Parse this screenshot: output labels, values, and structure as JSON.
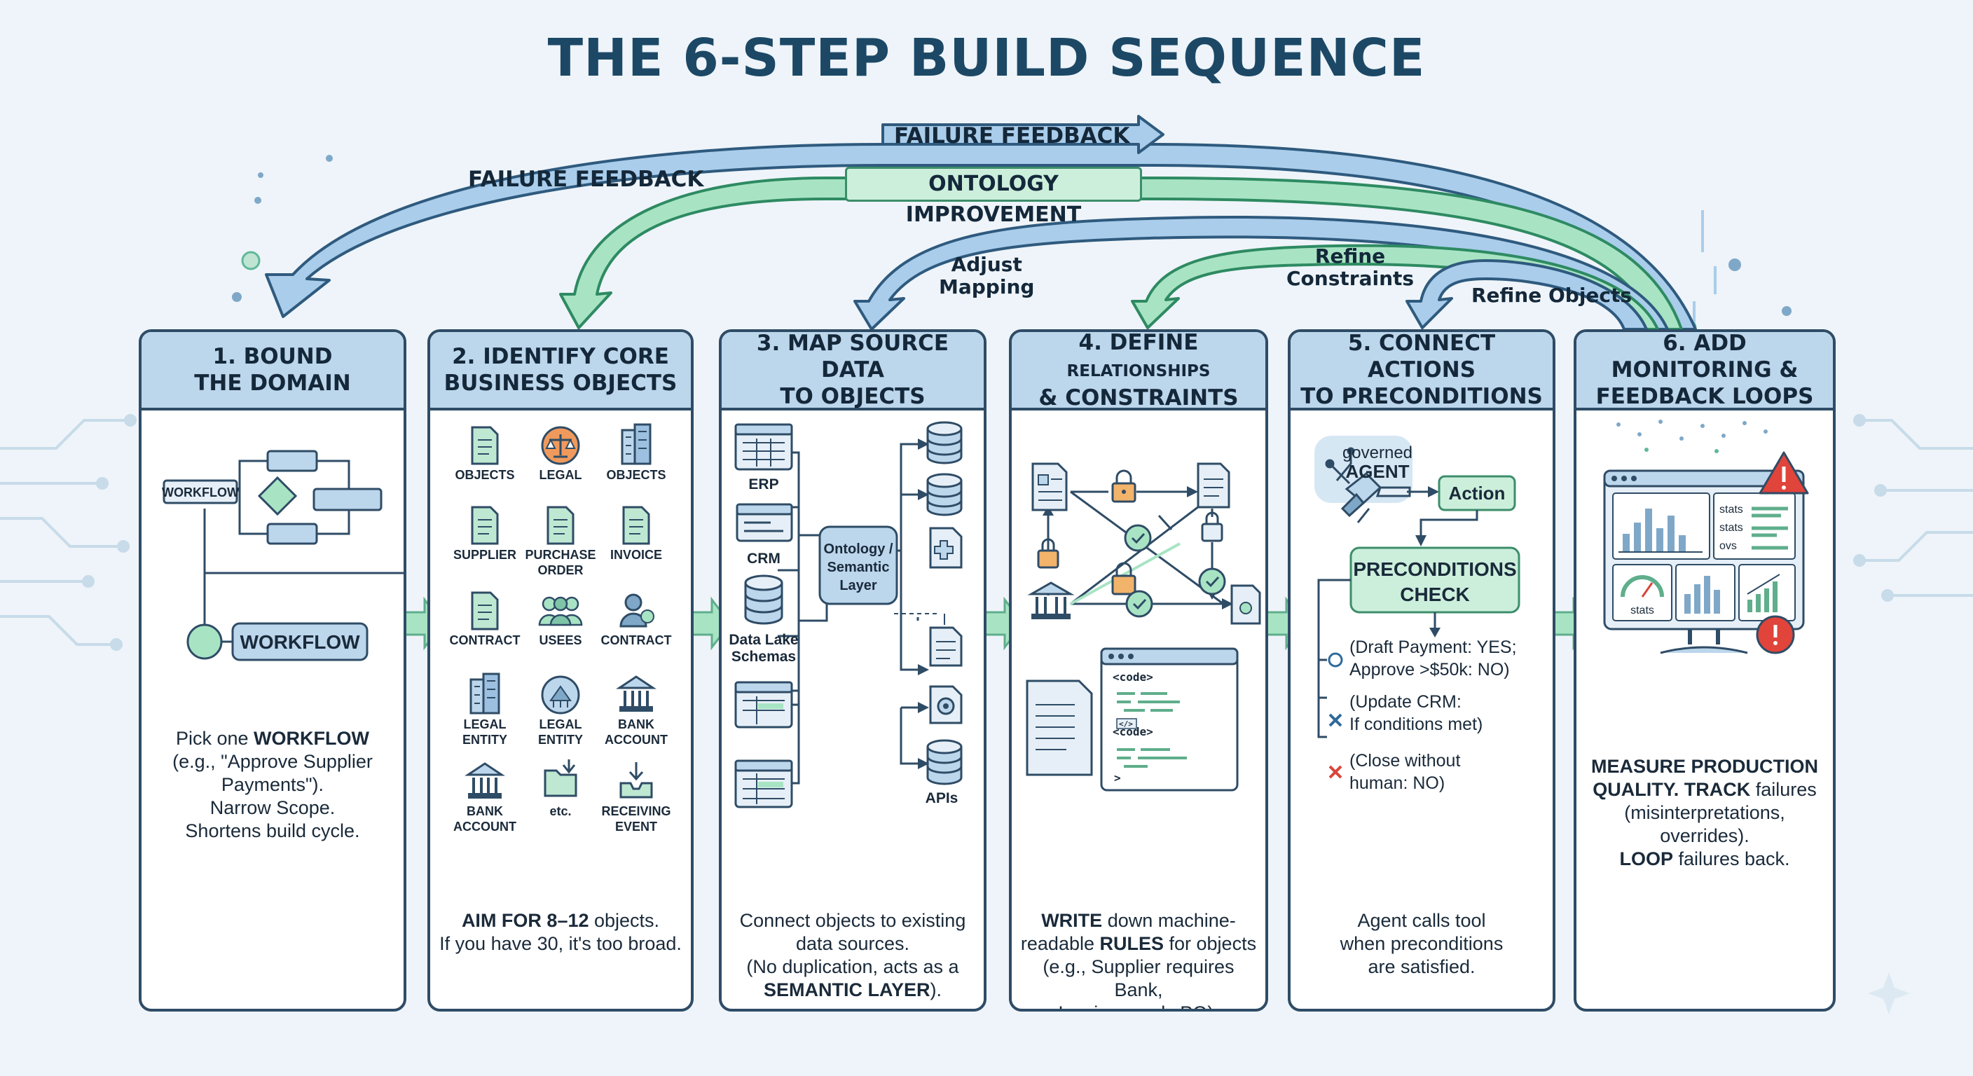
{
  "title": "THE 6-STEP BUILD SEQUENCE",
  "feedback": {
    "failure_top": "FAILURE FEEDBACK",
    "failure_left": "FAILURE FEEDBACK",
    "ontology": "ONTOLOGY IMPROVEMENT",
    "adjust_mapping": [
      "Adjust",
      "Mapping"
    ],
    "refine_constraints": [
      "Refine",
      "Constraints"
    ],
    "refine_objects": "Refine Objects"
  },
  "colors": {
    "feedback_blue": "#a9cdeb",
    "feedback_green": "#a8e4c4",
    "header": "#bcd6ec",
    "accent_green": "#3c8e6a"
  },
  "steps": [
    {
      "title_lines": [
        "1. BOUND",
        "THE DOMAIN"
      ],
      "art": {
        "workflow_small": "WORKFLOW",
        "workflow_main": "WORKFLOW"
      },
      "desc": {
        "l1_pre": "Pick one ",
        "l1_bold": "WORKFLOW",
        "l2": "(e.g., \"Approve Supplier",
        "l3": "Payments\").",
        "l4": "Narrow Scope.",
        "l5": "Shortens build cycle."
      }
    },
    {
      "title_lines": [
        "2. IDENTIFY CORE",
        "BUSINESS OBJECTS"
      ],
      "objects": [
        {
          "icon": "document-icon",
          "label": [
            "OBJECTS"
          ]
        },
        {
          "icon": "scales-icon",
          "label": [
            "LEGAL"
          ]
        },
        {
          "icon": "building-icon",
          "label": [
            "OBJECTS"
          ]
        },
        {
          "icon": "document-icon",
          "label": [
            "SUPPLIER"
          ]
        },
        {
          "icon": "document-icon",
          "label": [
            "PURCHASE",
            "ORDER"
          ]
        },
        {
          "icon": "document-icon",
          "label": [
            "INVOICE"
          ]
        },
        {
          "icon": "document-icon",
          "label": [
            "CONTRACT"
          ]
        },
        {
          "icon": "people-icon",
          "label": [
            "USEES"
          ]
        },
        {
          "icon": "person-icon",
          "label": [
            "CONTRACT"
          ]
        },
        {
          "icon": "building-icon",
          "label": [
            "LEGAL",
            "ENTITY"
          ]
        },
        {
          "icon": "globe-icon",
          "label": [
            "LEGAL",
            "ENTITY"
          ]
        },
        {
          "icon": "bank-icon",
          "label": [
            "BANK",
            "ACCOUNT"
          ]
        },
        {
          "icon": "bank-icon",
          "label": [
            "BANK",
            "ACCOUNT"
          ]
        },
        {
          "icon": "folder-icon",
          "label": [
            "etc."
          ]
        },
        {
          "icon": "inbox-icon",
          "label": [
            "RECEIVING",
            "EVENT"
          ]
        }
      ],
      "desc": {
        "l1_bold": "AIM FOR 8–12",
        "l1_rest": " objects.",
        "l2": "If you have 30, it's too broad."
      }
    },
    {
      "title_lines": [
        "3. MAP SOURCE DATA",
        "TO OBJECTS"
      ],
      "art": {
        "erp": "ERP",
        "crm": "CRM",
        "lake": [
          "Data Lake",
          "Schemas"
        ],
        "layer": [
          "Ontology /",
          "Semantic",
          "Layer"
        ],
        "apis": "APIs"
      },
      "desc": {
        "l1": "Connect objects to existing",
        "l2": "data sources.",
        "l3": "(No duplication, acts as a",
        "l4_bold": "SEMANTIC LAYER",
        "l4_rest": ")."
      }
    },
    {
      "title_lines": [
        "4. DEFINE ",
        "& CONSTRAINTS"
      ],
      "title_small": "RELATIONSHIPS",
      "art": {
        "code1": "<code>",
        "code2": "<code>",
        "caret": ">",
        "tag": "</>"
      },
      "desc": {
        "l1_bold": "WRITE",
        "l1_rest": " down machine-",
        "l2_pre": "readable ",
        "l2_bold": "RULES",
        "l2_rest": " for objects",
        "l3": "(e.g., Supplier requires Bank,",
        "l4": "Invoice needs PO)."
      }
    },
    {
      "title_lines": [
        "5. CONNECT ACTIONS",
        "TO PRECONDITIONS"
      ],
      "art": {
        "governed": "governed",
        "agent": "AGENT",
        "action": "Action",
        "check": [
          "PRECONDITIONS",
          "CHECK"
        ],
        "conds": [
          {
            "mark": "circle",
            "lines": [
              "(Draft Payment: YES;",
              "Approve >$50k: NO)"
            ]
          },
          {
            "mark": "cross-blue",
            "lines": [
              "(Update CRM:",
              "If conditions met)"
            ]
          },
          {
            "mark": "cross-red",
            "lines": [
              "(Close without",
              "human: NO)"
            ]
          }
        ]
      },
      "desc": {
        "l1": "Agent calls tool",
        "l2": "when preconditions",
        "l3": "are satisfied."
      }
    },
    {
      "title_lines": [
        "6. ADD MONITORING &",
        "FEEDBACK LOOPS"
      ],
      "art": {
        "stats1": "stats",
        "stats2": "stats",
        "ovs": "ovs",
        "stats3": "stats"
      },
      "desc": {
        "l1": "MEASURE PRODUCTION",
        "l2_bold": "QUALITY. TRACK",
        "l2_rest": " failures",
        "l3": "(misinterpretations, overrides).",
        "l4_bold": "LOOP",
        "l4_rest": " failures back."
      }
    }
  ]
}
